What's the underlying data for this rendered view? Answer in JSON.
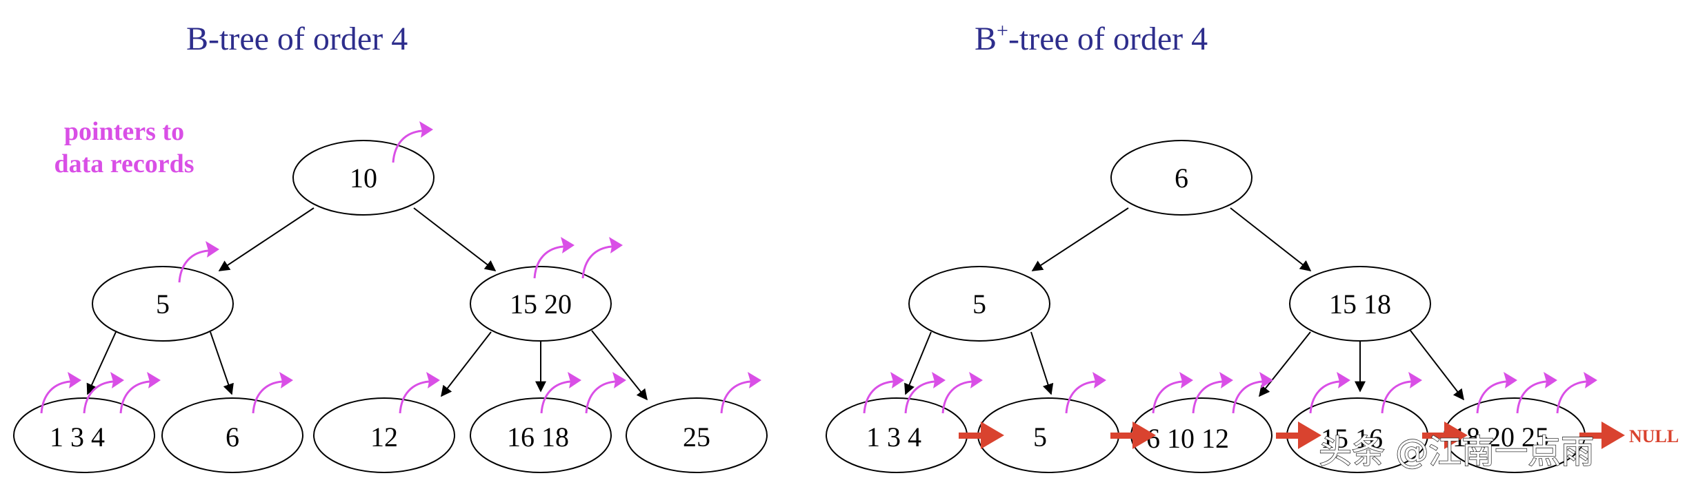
{
  "titles": {
    "btree": "B-tree of order 4",
    "bplus_prefix": "B",
    "bplus_sup": "+",
    "bplus_suffix": "-tree of order 4"
  },
  "annotation": {
    "line1": "pointers to",
    "line2": "data records"
  },
  "btree_nodes": {
    "root": "10",
    "left": "5",
    "right": "15 20",
    "leaf1": "1 3 4",
    "leaf2": "6",
    "leaf3": "12",
    "leaf4": "16 18",
    "leaf5": "25"
  },
  "bplus_nodes": {
    "root": "6",
    "left": "5",
    "right": "15 18",
    "leaf1": "1 3 4",
    "leaf2": "5",
    "leaf3": "6 10 12",
    "leaf4": "15 16",
    "leaf5": "18 20 25"
  },
  "null_label": "NULL",
  "watermark": "头条 @江南一点雨",
  "colors": {
    "title": "#2e2e8c",
    "pointer": "#d94fe6",
    "leaf_link": "#d9432f",
    "edge": "#000000"
  }
}
